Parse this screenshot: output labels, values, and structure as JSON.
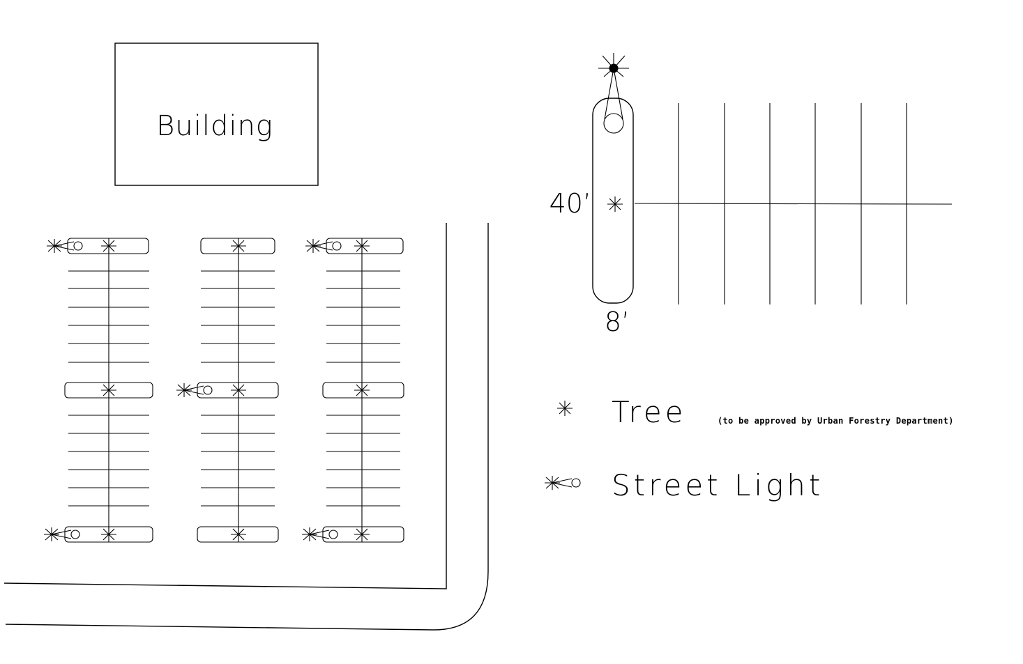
{
  "site_plan": {
    "building_label": "Building",
    "rows": 3,
    "islands_per_row": 3,
    "stalls_per_bay": 6
  },
  "detail": {
    "length_label": "40’",
    "width_label": "8’",
    "stall_lines": 6
  },
  "legend": {
    "tree_label": "Tree",
    "tree_note": "(to be approved by Urban Forestry Department)",
    "light_label": "Street Light"
  }
}
